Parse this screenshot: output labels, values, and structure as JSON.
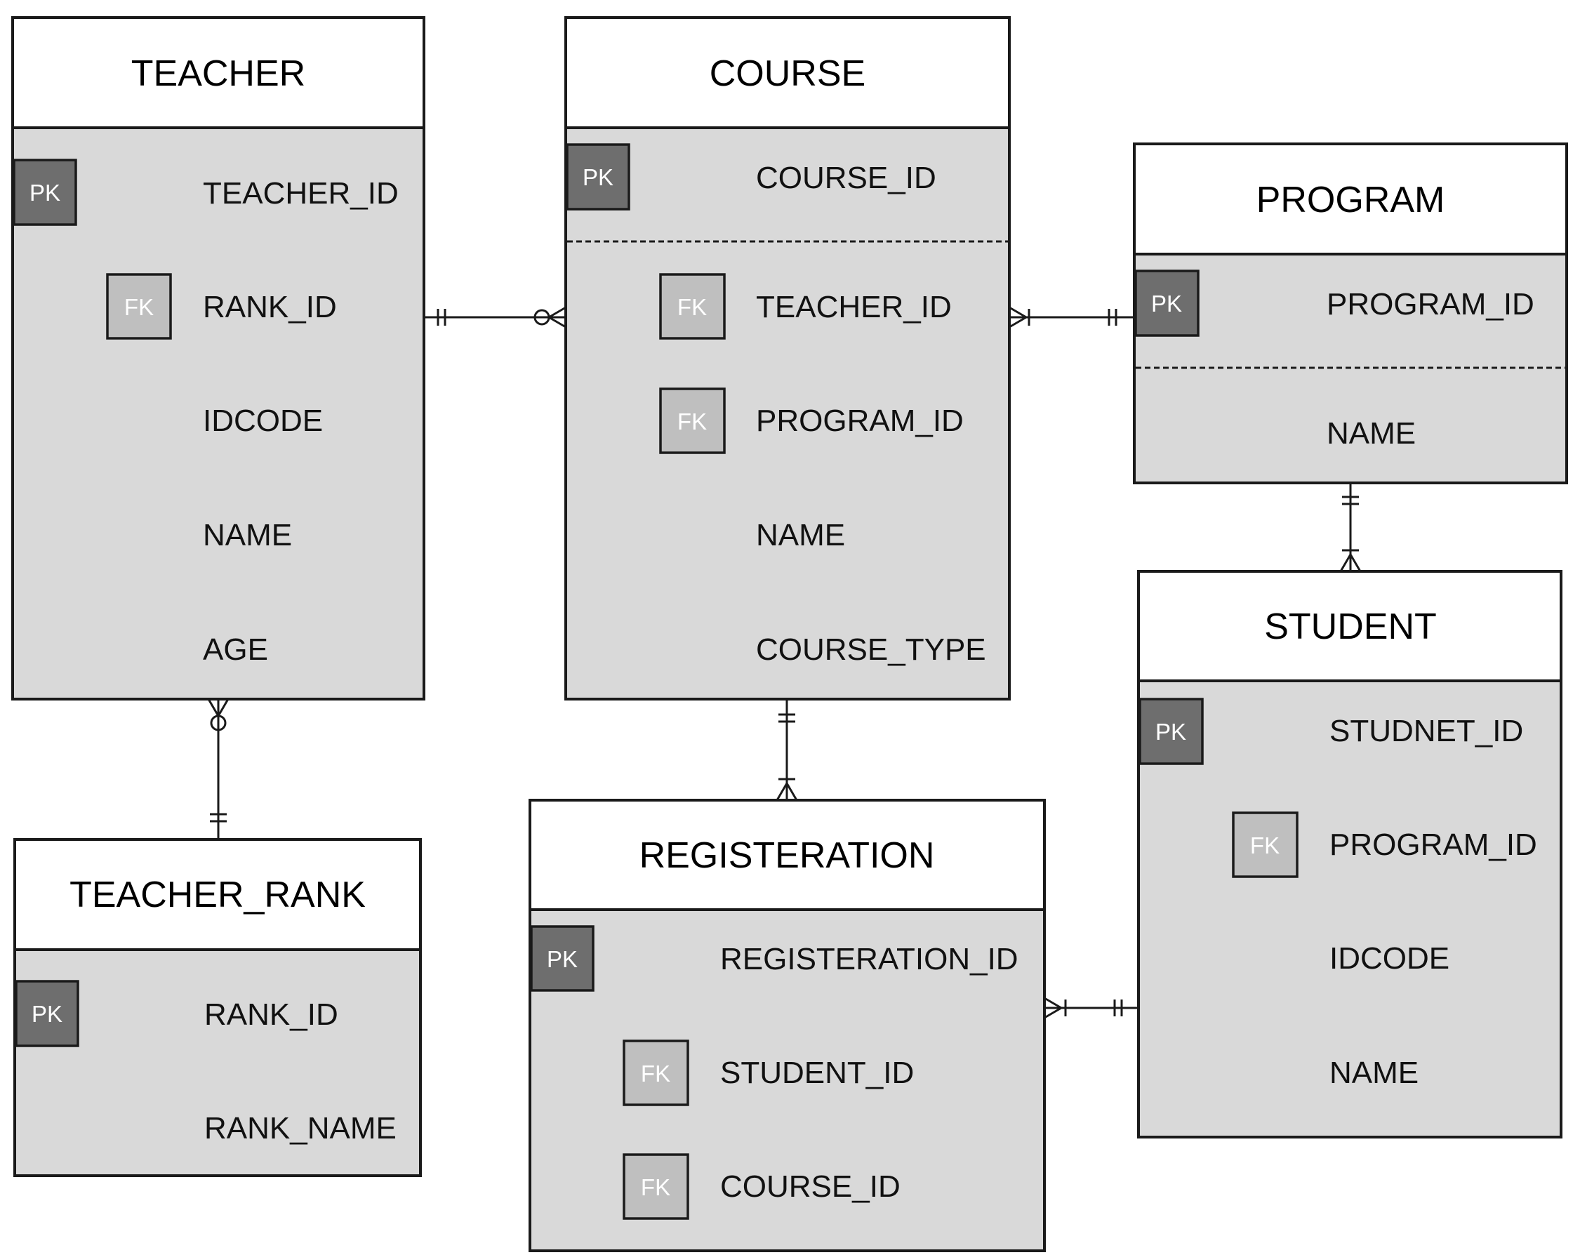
{
  "diagram": {
    "entities": {
      "teacher": {
        "title": "TEACHER",
        "attributes": [
          {
            "key": "PK",
            "name": "TEACHER_ID"
          },
          {
            "key": "FK",
            "name": "RANK_ID"
          },
          {
            "key": "",
            "name": "IDCODE"
          },
          {
            "key": "",
            "name": "NAME"
          },
          {
            "key": "",
            "name": "AGE"
          }
        ]
      },
      "course": {
        "title": "COURSE",
        "attributes": [
          {
            "key": "PK",
            "name": "COURSE_ID"
          },
          {
            "key": "FK",
            "name": "TEACHER_ID"
          },
          {
            "key": "FK",
            "name": "PROGRAM_ID"
          },
          {
            "key": "",
            "name": "NAME"
          },
          {
            "key": "",
            "name": "COURSE_TYPE"
          }
        ]
      },
      "program": {
        "title": "PROGRAM",
        "attributes": [
          {
            "key": "PK",
            "name": "PROGRAM_ID"
          },
          {
            "key": "",
            "name": "NAME"
          }
        ]
      },
      "student": {
        "title": "STUDENT",
        "attributes": [
          {
            "key": "PK",
            "name": "STUDNET_ID"
          },
          {
            "key": "FK",
            "name": "PROGRAM_ID"
          },
          {
            "key": "",
            "name": "IDCODE"
          },
          {
            "key": "",
            "name": "NAME"
          }
        ]
      },
      "teacher_rank": {
        "title": "TEACHER_RANK",
        "attributes": [
          {
            "key": "PK",
            "name": "RANK_ID"
          },
          {
            "key": "",
            "name": "RANK_NAME"
          }
        ]
      },
      "registeration": {
        "title": "REGISTERATION",
        "attributes": [
          {
            "key": "PK",
            "name": "REGISTERATION_ID"
          },
          {
            "key": "FK",
            "name": "STUDENT_ID"
          },
          {
            "key": "FK",
            "name": "COURSE_ID"
          }
        ]
      }
    },
    "relationships": [
      {
        "from": "TEACHER",
        "to": "COURSE",
        "from_cardinality": "one-and-only-one",
        "to_cardinality": "zero-or-many"
      },
      {
        "from": "PROGRAM",
        "to": "COURSE",
        "from_cardinality": "one-and-only-one",
        "to_cardinality": "one-or-many"
      },
      {
        "from": "TEACHER_RANK",
        "to": "TEACHER",
        "from_cardinality": "one-and-only-one",
        "to_cardinality": "zero-or-many"
      },
      {
        "from": "COURSE",
        "to": "REGISTERATION",
        "from_cardinality": "one-and-only-one",
        "to_cardinality": "one-or-many"
      },
      {
        "from": "PROGRAM",
        "to": "STUDENT",
        "from_cardinality": "one-and-only-one",
        "to_cardinality": "one-or-many"
      },
      {
        "from": "STUDENT",
        "to": "REGISTERATION",
        "from_cardinality": "one-and-only-one",
        "to_cardinality": "one-or-many"
      }
    ]
  }
}
